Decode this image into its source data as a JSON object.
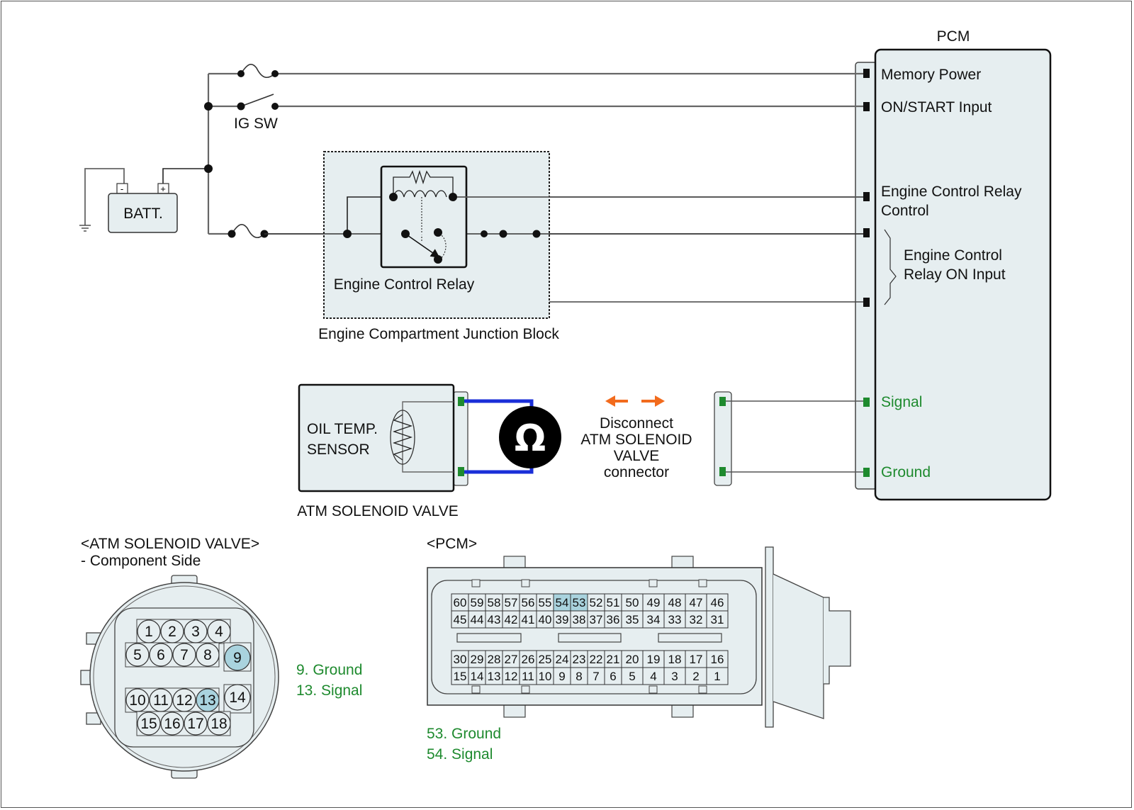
{
  "pcm": {
    "title": "PCM",
    "pins": {
      "memory_power": "Memory Power",
      "on_start_input": "ON/START  Input",
      "ecr_control_1": "Engine Control Relay",
      "ecr_control_2": "Control",
      "ecr_on_input_1": "Engine Control",
      "ecr_on_input_2": "Relay ON Input",
      "signal": "Signal",
      "ground": "Ground"
    }
  },
  "power": {
    "battery": "BATT.",
    "battery_neg": "-",
    "battery_pos": "+",
    "ig_switch": "IG SW"
  },
  "junction_block": {
    "relay_label": "Engine Control Relay",
    "block_label": "Engine Compartment Junction Block"
  },
  "sensor": {
    "name_1": "OIL TEMP.",
    "name_2": "SENSOR",
    "component": "ATM SOLENOID VALVE"
  },
  "meter": {
    "symbol": "Ω",
    "icon": "ohmmeter-icon"
  },
  "instruction": {
    "line1": "Disconnect",
    "line2": "ATM SOLENOID",
    "line3": "VALVE",
    "line4": "connector"
  },
  "atm_connector": {
    "title": "<ATM SOLENOID VALVE>",
    "subtitle": "- Component Side",
    "pins": [
      "1",
      "2",
      "3",
      "4",
      "5",
      "6",
      "7",
      "8",
      "9",
      "10",
      "11",
      "12",
      "13",
      "14",
      "15",
      "16",
      "17",
      "18"
    ],
    "highlighted": [
      "9",
      "13"
    ],
    "legend": [
      "9. Ground",
      "13. Signal"
    ]
  },
  "pcm_connector": {
    "title": "<PCM>",
    "rows": [
      [
        "60",
        "59",
        "58",
        "57",
        "56",
        "55",
        "54",
        "53",
        "52",
        "51",
        "50",
        "49",
        "48",
        "47",
        "46"
      ],
      [
        "45",
        "44",
        "43",
        "42",
        "41",
        "40",
        "39",
        "38",
        "37",
        "36",
        "35",
        "34",
        "33",
        "32",
        "31"
      ],
      [
        "30",
        "29",
        "28",
        "27",
        "26",
        "25",
        "24",
        "23",
        "22",
        "21",
        "20",
        "19",
        "18",
        "17",
        "16"
      ],
      [
        "15",
        "14",
        "13",
        "12",
        "11",
        "10",
        "9",
        "8",
        "7",
        "6",
        "5",
        "4",
        "3",
        "2",
        "1"
      ]
    ],
    "highlighted": [
      "54",
      "53"
    ],
    "legend": [
      "53. Ground",
      "54. Signal"
    ]
  },
  "colors": {
    "fill": "#e6eef0",
    "highlight": "#a9d3de",
    "signal_green": "#1e8a2e",
    "probe_blue": "#1a2ed8",
    "arrow_orange": "#f26b1d",
    "wire": "#666666"
  }
}
